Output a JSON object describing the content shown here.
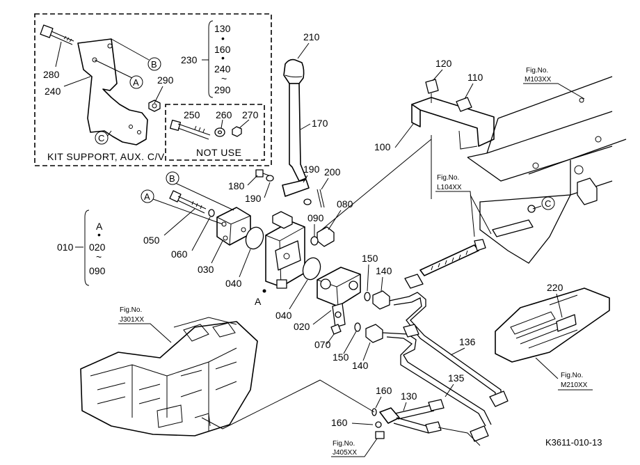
{
  "callouts": {
    "p010": "010",
    "p020": "020",
    "p030": "030",
    "p040a": "040",
    "p040b": "040",
    "p050": "050",
    "p060": "060",
    "p070": "070",
    "p080": "080",
    "p090": "090",
    "p100": "100",
    "p110": "110",
    "p120": "120",
    "p130": "130",
    "p135": "135",
    "p136": "136",
    "p140a": "140",
    "p140b": "140",
    "p150a": "150",
    "p150b": "150",
    "p160a": "160",
    "p160b": "160",
    "p170": "170",
    "p180": "180",
    "p190a": "190",
    "p190b": "190",
    "p200": "200",
    "p210": "210",
    "p220": "220",
    "p230": "230",
    "p240": "240",
    "p250": "250",
    "p260": "260",
    "p270": "270",
    "p280": "280",
    "p290": "290"
  },
  "range_230": {
    "from": "130",
    "dot": "•",
    "mid1": "160",
    "dot2": "•",
    "mid2": "240",
    "tilde": "~",
    "to": "290"
  },
  "range_010": {
    "from": "A",
    "dot": "•",
    "mid": "020",
    "tilde": "~",
    "to": "090"
  },
  "letters": {
    "A1": "A",
    "A2": "A",
    "A3": "A",
    "B1": "B",
    "B2": "B",
    "C1": "C",
    "C2": "C"
  },
  "kit_caption": "KIT SUPPORT, AUX. C/V",
  "not_use_caption": "NOT USE",
  "fig_refs": {
    "m103_label": "Fig.No.",
    "m103_code": "M103XX",
    "l104_label": "Fig.No.",
    "l104_code": "L104XX",
    "j301_label": "Fig.No.",
    "j301_code": "J301XX",
    "m210_label": "Fig.No.",
    "m210_code": "M210XX",
    "j405_label": "Fig.No.",
    "j405_code": "J405XX"
  },
  "drawing_code": "K3611-010-13"
}
